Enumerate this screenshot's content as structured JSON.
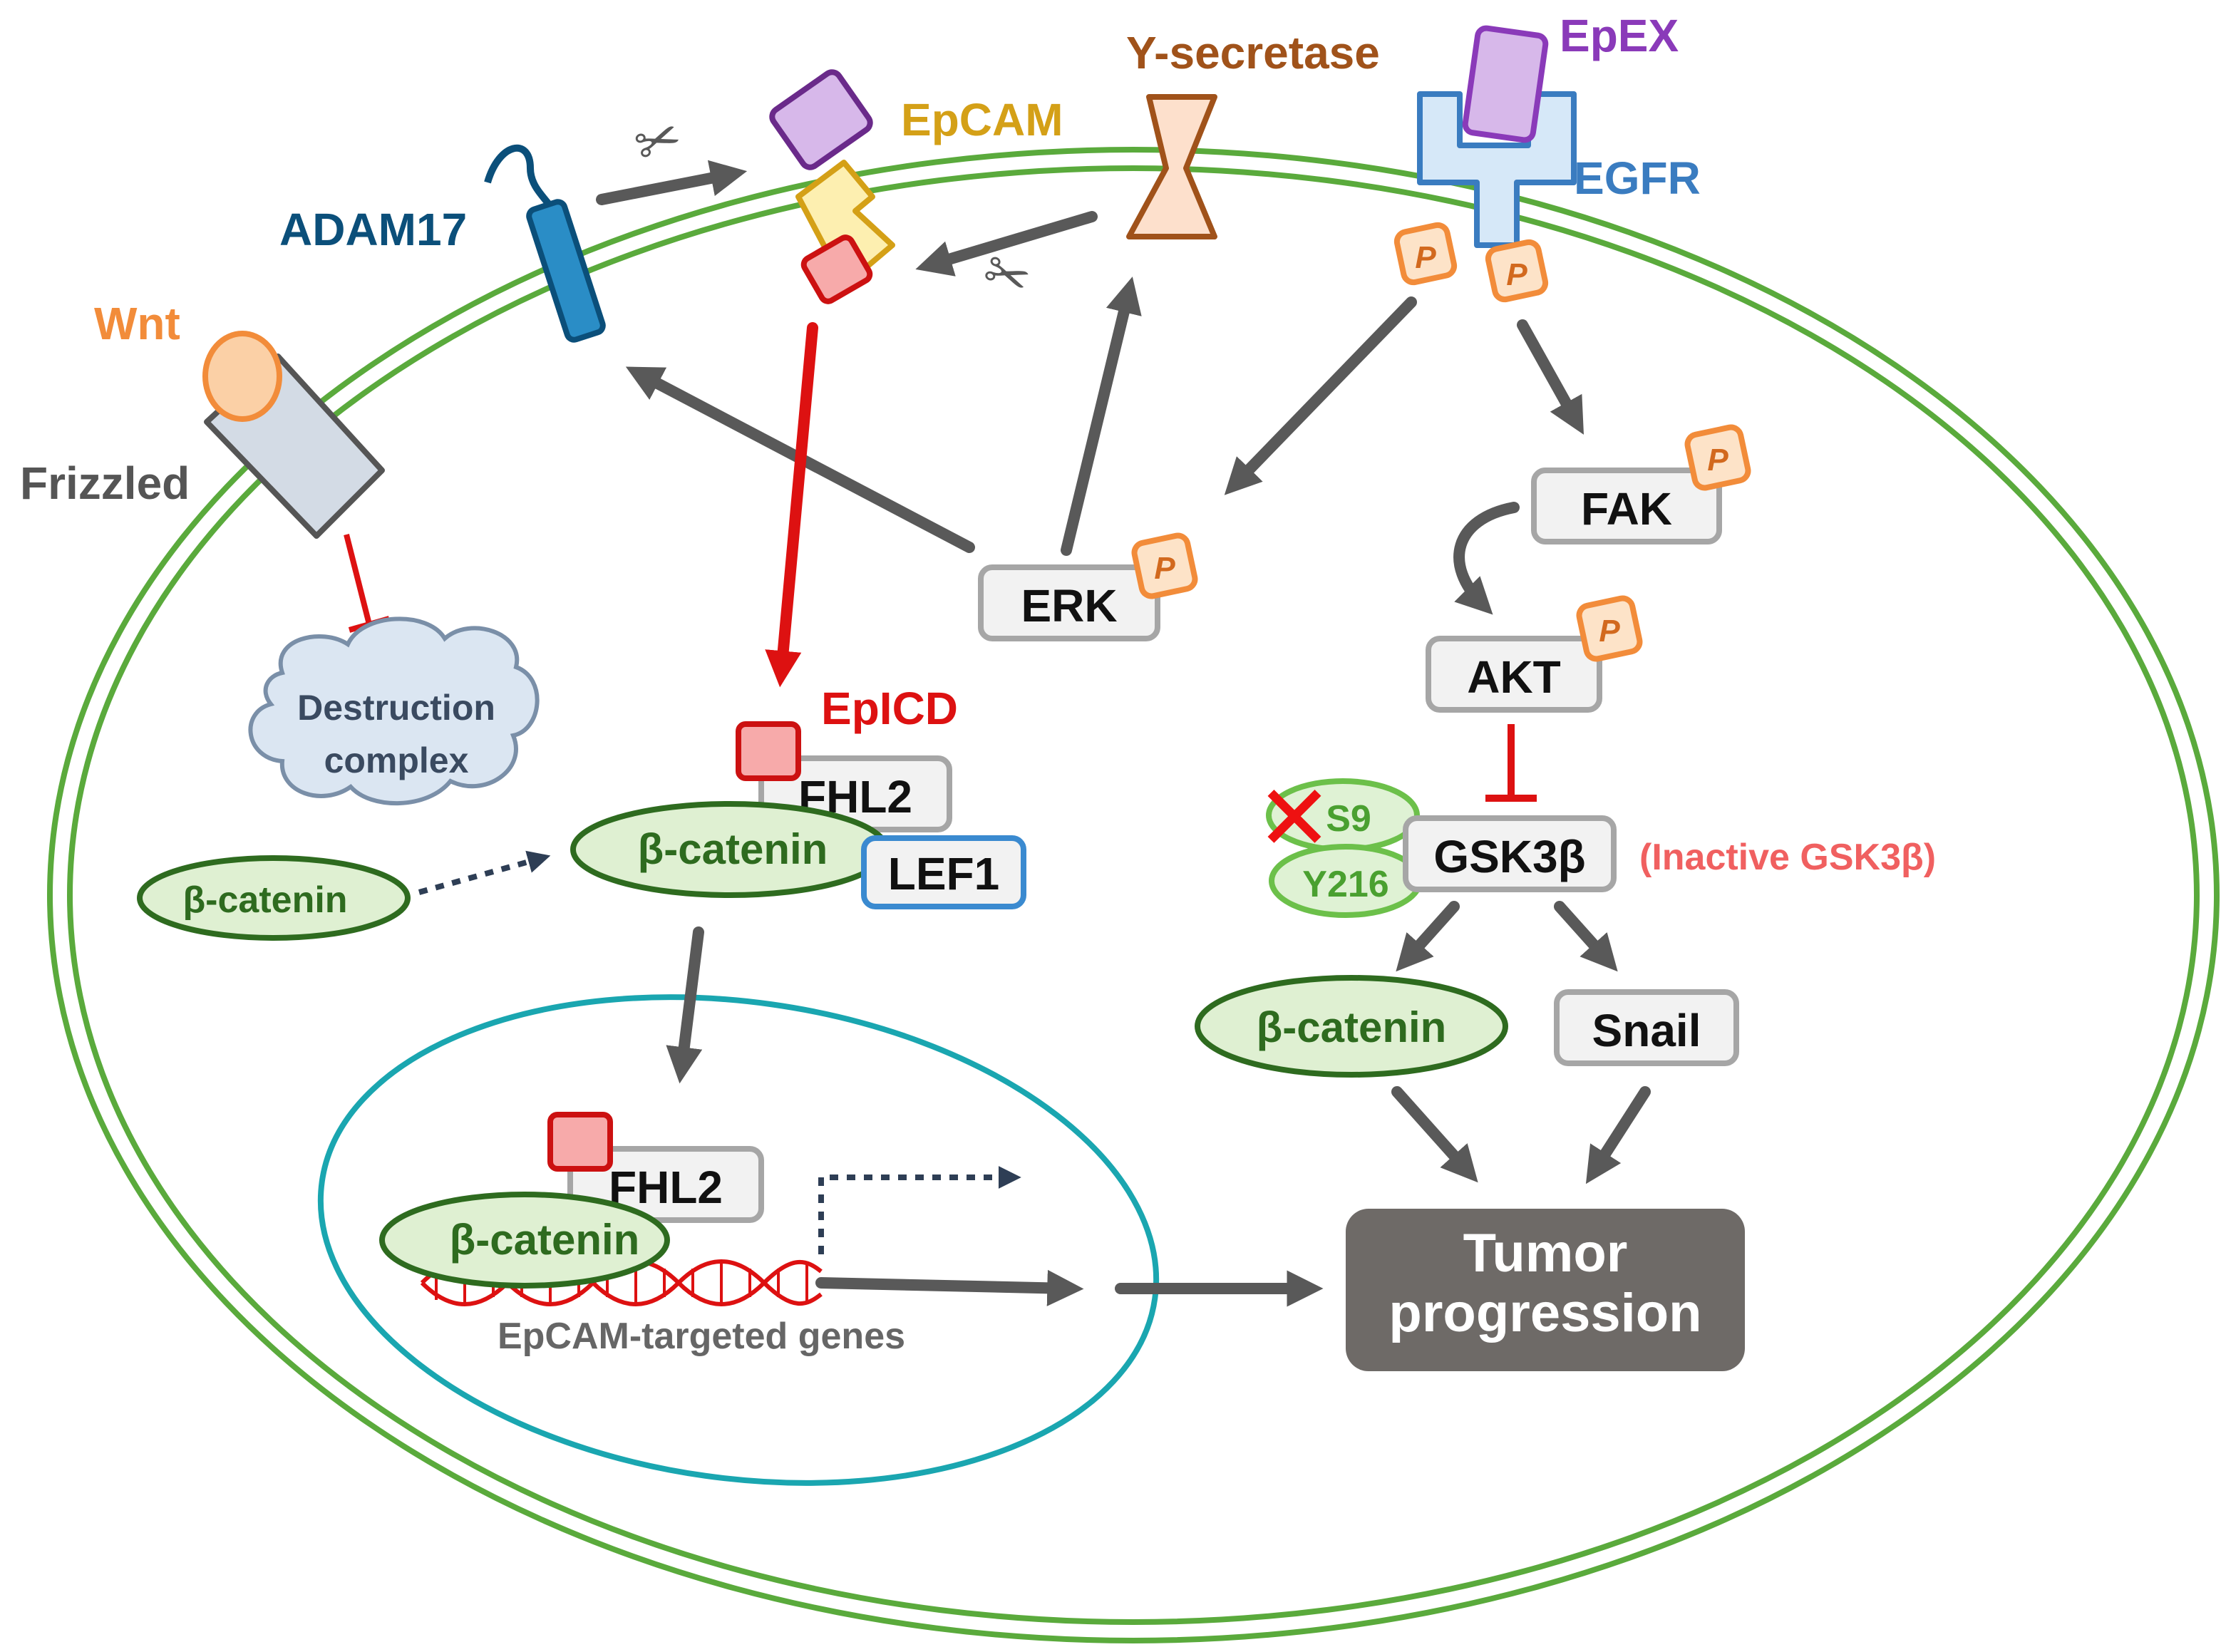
{
  "labels": {
    "wnt": "Wnt",
    "frizzled": "Frizzled",
    "adam17": "ADAM17",
    "epcam": "EpCAM",
    "y_secretase": "Y-secretase",
    "epex": "EpEX",
    "egfr": "EGFR",
    "destruction_complex_line1": "Destruction",
    "destruction_complex_line2": "complex",
    "epicd": "EpICD",
    "erk": "ERK",
    "fak": "FAK",
    "akt": "AKT",
    "gsk3b": "GSK3β",
    "inactive_gsk3b": "(Inactive GSK3β)",
    "s9": "S9",
    "y216": "Y216",
    "fhl2": "FHL2",
    "lef1": "LEF1",
    "beta_catenin": "β-catenin",
    "snail": "Snail",
    "tumor_line1": "Tumor",
    "tumor_line2": "progression",
    "epcam_targeted_genes": "EpCAM-targeted genes",
    "phospho": "P"
  },
  "icons": {
    "scissors": "✂",
    "inactivation_cross": "✕"
  },
  "colors": {
    "membrane": "#5aaa3c",
    "nucleus": "#1aa6b0",
    "arrow": "#595959",
    "signal_red": "#dd1111",
    "inhibit_red": "#dd1111",
    "epcam_text": "#d4a017",
    "secretase": "#a0521a",
    "epex": "#8a3ab9",
    "egfr": "#3a7cc0",
    "adam17": "#0b4f7a",
    "wnt": "#f28c3a",
    "frizzled_text": "#555555",
    "epicd_text": "#dd1111",
    "phospho": "#f28c3a",
    "beta_catenin_text": "#2e6b1f",
    "inactive_text": "#f06060",
    "tumor_box": "#6e6a67"
  }
}
